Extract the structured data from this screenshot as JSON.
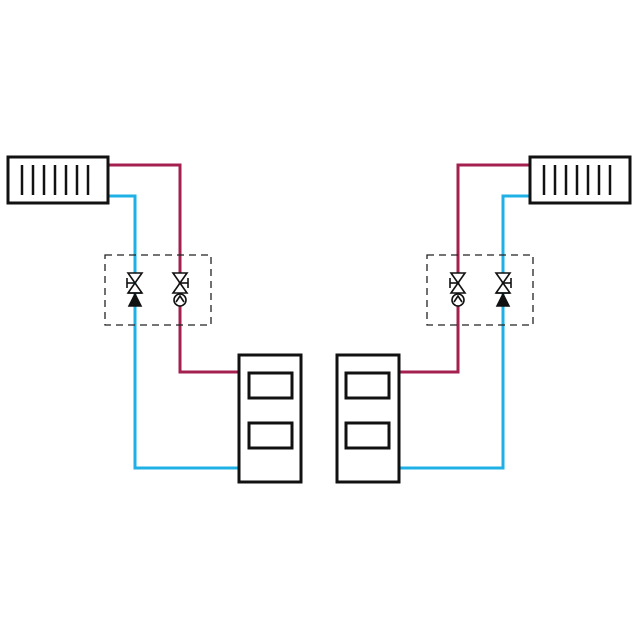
{
  "diagram": {
    "type": "two-pipe heating schematic (mirrored pair)",
    "colors": {
      "supply_pipe": "#a3204f",
      "return_pipe": "#1fb1e6",
      "outline": "#111111",
      "background": "#ffffff"
    },
    "systems": [
      {
        "id": "left",
        "radiator": {
          "icon": "radiator-icon",
          "fins": 7
        },
        "valve_group": [
          "isolation-valve-icon",
          "check-valve-icon",
          "isolation-valve-icon",
          "pump-icon"
        ],
        "heater": {
          "icon": "boiler-unit-icon",
          "panels": 2
        }
      },
      {
        "id": "right",
        "radiator": {
          "icon": "radiator-icon",
          "fins": 7
        },
        "valve_group": [
          "isolation-valve-icon",
          "pump-icon",
          "isolation-valve-icon",
          "check-valve-icon"
        ],
        "heater": {
          "icon": "boiler-unit-icon",
          "panels": 2
        }
      }
    ]
  }
}
